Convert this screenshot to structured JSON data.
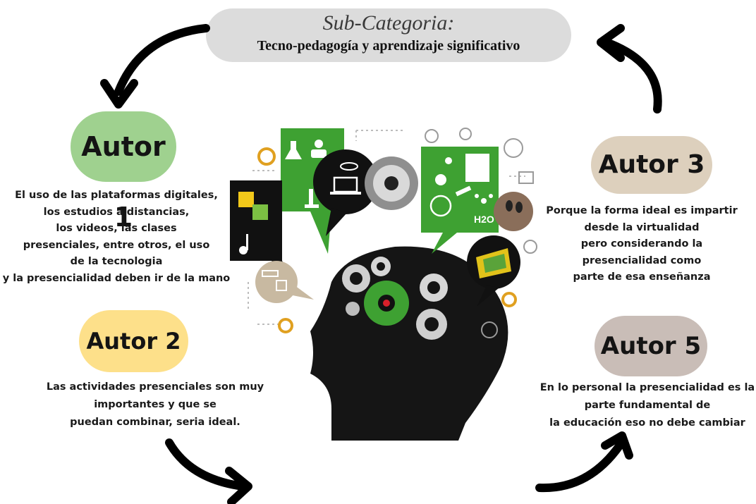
{
  "title": {
    "line1": "Sub-Categoria:",
    "line2": "Tecno-pedagogía y aprendizaje significativo"
  },
  "authors": [
    {
      "label": "Autor 1",
      "color": "#9fd18f",
      "text": [
        "El uso de las plataformas digitales,",
        "los estudios a distancias,",
        "los videos, las clases",
        "presenciales, entre otros, el uso",
        "de la tecnologia",
        "y la presencialidad deben ir de la mano"
      ]
    },
    {
      "label": "Autor 2",
      "color": "#fde08a",
      "text": [
        "Las actividades presenciales son muy",
        "importantes y que se",
        "puedan combinar, seria ideal."
      ]
    },
    {
      "label": "Autor 3",
      "color": "#ddd0bd",
      "text": [
        "Porque la forma ideal es impartir",
        "desde la virtualidad",
        "pero considerando la",
        "presencialidad como",
        "parte de esa enseñanza"
      ]
    },
    {
      "label": "Autor 5",
      "color": "#c9bdb7",
      "text": [
        "En lo personal la presencialidad es la",
        "parte fundamental de",
        "la educación eso no debe cambiar"
      ]
    }
  ],
  "center_image": {
    "icons": [
      "puzzle-icon",
      "music-note-icon",
      "flask-icon",
      "teacher-icon",
      "microscope-icon",
      "atom-icon",
      "laptop-icon",
      "gear-icon",
      "scissors-icon",
      "document-icon",
      "apple-icon",
      "globe-icon",
      "telescope-icon",
      "molecule-icon",
      "spoon-icon",
      "sports-icon",
      "ruler-icon",
      "cube-icon",
      "chart-icon",
      "checkbox-icon"
    ],
    "formula_label": "H2O"
  }
}
